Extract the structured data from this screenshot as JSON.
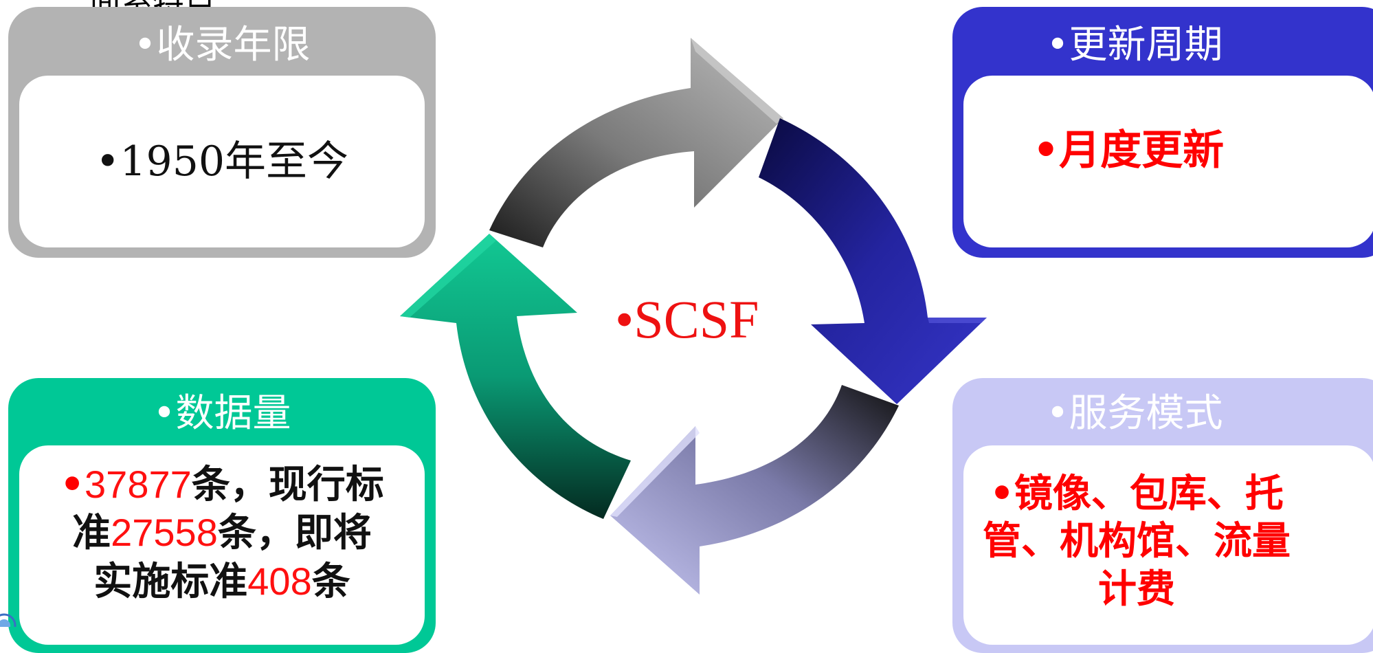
{
  "top_header_partial": "面系特点：",
  "center": {
    "label": "•SCSF"
  },
  "panels": {
    "coverage": {
      "title": "•收录年限",
      "body": "•1950年至今",
      "color": "#b3b3b3"
    },
    "update": {
      "title": "•更新周期",
      "body": "•月度更新",
      "color": "#3333cc"
    },
    "volume": {
      "title": "•数据量",
      "color": "#00c896",
      "bullet": "•",
      "n1": "37877",
      "t1": "条，现行标",
      "t2": "准",
      "n2": "27558",
      "t3": "条，即将",
      "t4": "实施标准",
      "n3": "408",
      "t5": "条"
    },
    "service": {
      "title": "•服务模式",
      "color": "#c8c8f5",
      "line1": "•镜像、包库、托",
      "line2": "管、机构馆、流量",
      "line3": "计费"
    }
  },
  "colors": {
    "accent_red": "#ff0000",
    "arrow_gray": "#9a9a9a",
    "arrow_navy": "#2a2aa6",
    "arrow_lavender": "#b9b9ee",
    "arrow_green": "#0aa57c"
  }
}
